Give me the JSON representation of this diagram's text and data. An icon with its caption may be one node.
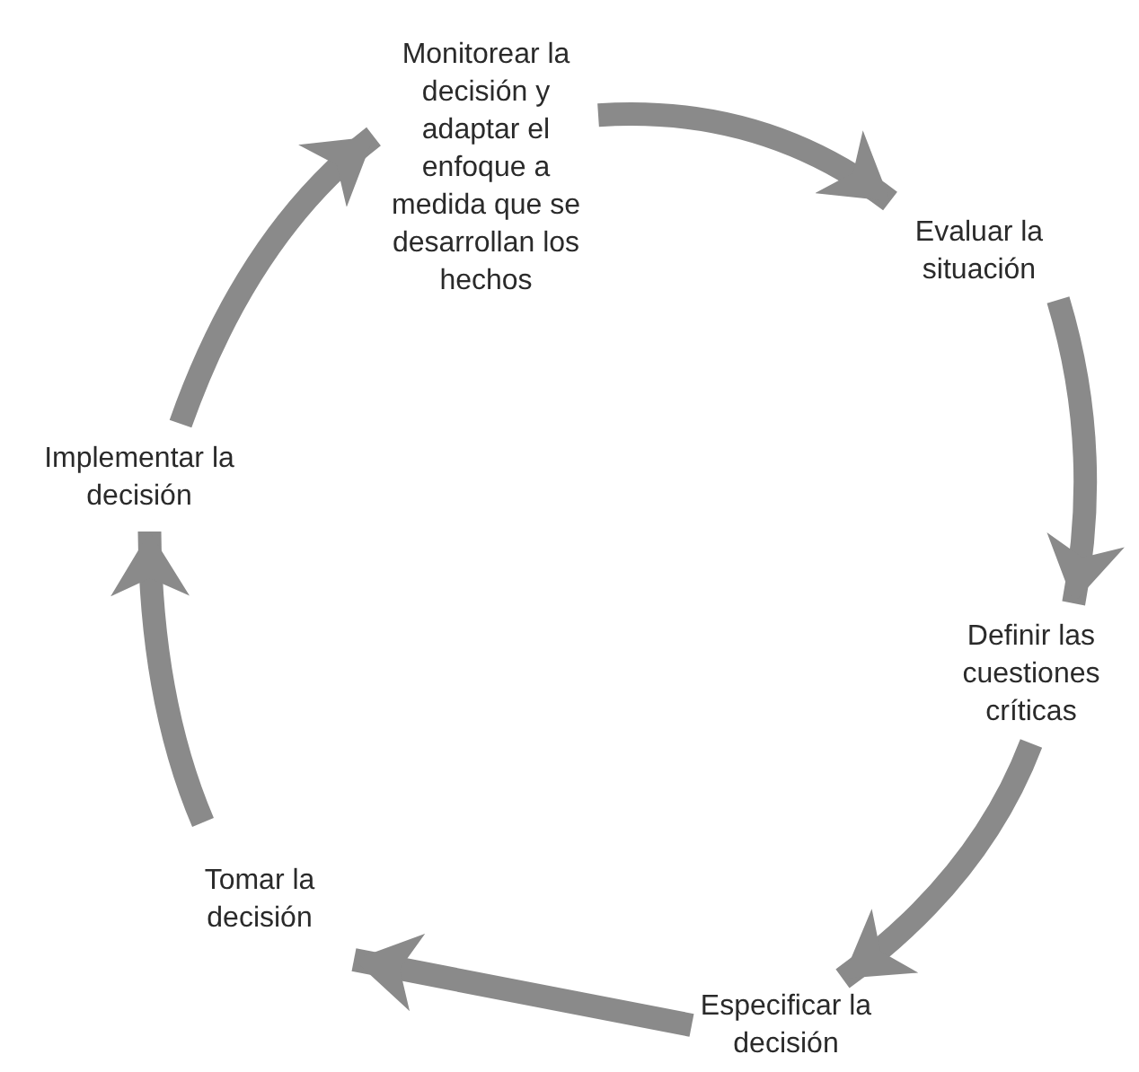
{
  "diagram": {
    "nodes": [
      {
        "text": [
          "Monitorear la decisión y adaptar el enfoque a medida que se desarrollan los hechos"
        ]
      },
      {
        "text": [
          "Evaluar la situación"
        ]
      },
      {
        "text": [
          "Definir las cuestiones críticas"
        ]
      },
      {
        "text": [
          "Especificar la decisión"
        ]
      },
      {
        "text": [
          "Tomar la decisión"
        ]
      },
      {
        "text": [
          "Implementar la decisión"
        ]
      }
    ],
    "edges": [
      {
        "from": 0,
        "to": 1,
        "arrow": "to"
      },
      {
        "from": 1,
        "to": 2,
        "arrow": "to"
      },
      {
        "from": 2,
        "to": 3,
        "arrow": "to"
      },
      {
        "from": 3,
        "to": 4,
        "arrow": "to"
      },
      {
        "from": 4,
        "to": 5,
        "arrow": "to"
      },
      {
        "from": 5,
        "to": 0,
        "arrow": "to"
      }
    ]
  }
}
